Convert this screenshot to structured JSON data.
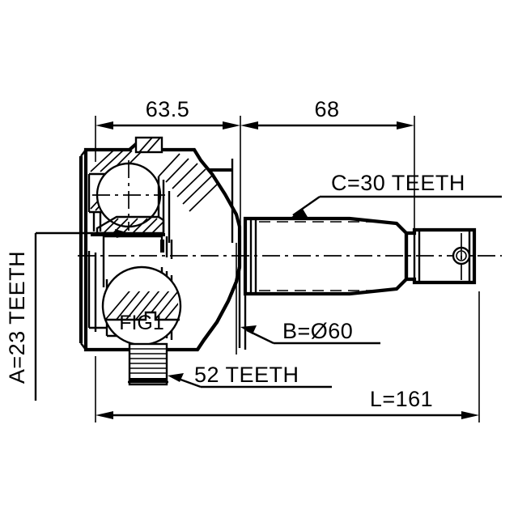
{
  "drawing": {
    "title_label": "FIG1",
    "part_type": "cv-joint-outer-assembly",
    "dimensions": {
      "joint_length": "63.5",
      "shaft_length": "68",
      "total_length": "L=161",
      "boot_diameter": "B=Ø60",
      "inner_spline": "A=23 TEETH",
      "outer_spline": "C=30 TEETH",
      "abs_ring": "52 TEETH"
    },
    "colors": {
      "line": "#000000",
      "background": "#ffffff"
    }
  }
}
